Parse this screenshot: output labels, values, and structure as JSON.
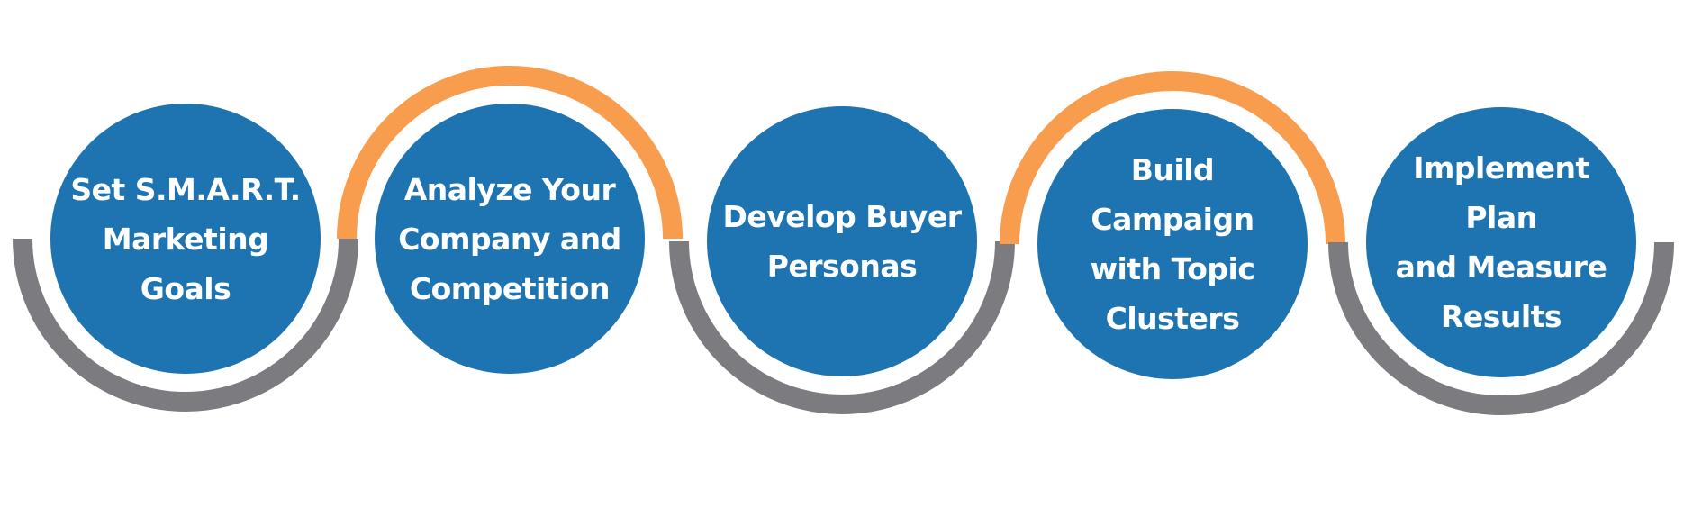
{
  "colors": {
    "circle_fill": "#1D74B0",
    "arc_gray": "#7C7C80",
    "arc_orange": "#F89C4E",
    "text": "#FFFFFF",
    "background": "#FFFFFF"
  },
  "steps": [
    {
      "label": "Set S.M.A.R.T.\nMarketing\nGoals",
      "arc": "bottom",
      "arc_color": "gray"
    },
    {
      "label": "Analyze Your\nCompany and\nCompetition",
      "arc": "top",
      "arc_color": "orange"
    },
    {
      "label": "Develop Buyer\nPersonas",
      "arc": "bottom",
      "arc_color": "gray"
    },
    {
      "label": "Build\nCampaign\nwith Topic\nClusters",
      "arc": "top",
      "arc_color": "orange"
    },
    {
      "label": "Implement\nPlan\nand Measure\nResults",
      "arc": "bottom",
      "arc_color": "gray"
    }
  ]
}
